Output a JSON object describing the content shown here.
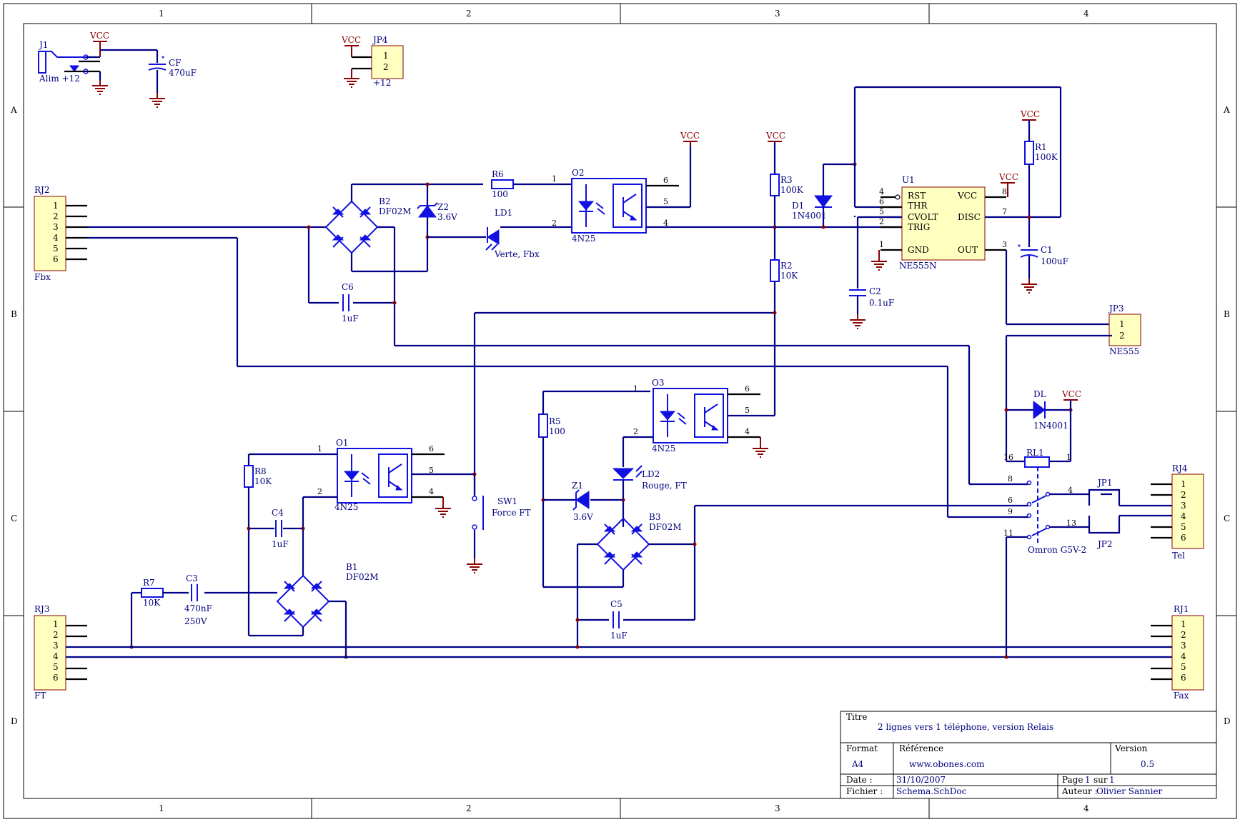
{
  "border": {
    "columns": [
      "1",
      "2",
      "3",
      "4"
    ],
    "rows": [
      "A",
      "B",
      "C",
      "D"
    ]
  },
  "power": {
    "vcc": "VCC"
  },
  "components": {
    "J1": {
      "ref": "J1",
      "value": "Alim +12"
    },
    "CF": {
      "ref": "CF",
      "value": "470uF"
    },
    "JP4": {
      "ref": "JP4",
      "value": "+12",
      "pins": [
        "1",
        "2"
      ]
    },
    "RJ2": {
      "ref": "RJ2",
      "value": "Fbx",
      "pins": [
        "1",
        "2",
        "3",
        "4",
        "5",
        "6"
      ]
    },
    "RJ3": {
      "ref": "RJ3",
      "value": "FT",
      "pins": [
        "1",
        "2",
        "3",
        "4",
        "5",
        "6"
      ]
    },
    "RJ4": {
      "ref": "RJ4",
      "value": "Tel",
      "pins": [
        "1",
        "2",
        "3",
        "4",
        "5",
        "6"
      ]
    },
    "RJ1": {
      "ref": "RJ1",
      "value": "Fax",
      "pins": [
        "1",
        "2",
        "3",
        "4",
        "5",
        "6"
      ]
    },
    "B2": {
      "ref": "B2",
      "value": "DF02M"
    },
    "B1": {
      "ref": "B1",
      "value": "DF02M"
    },
    "B3": {
      "ref": "B3",
      "value": "DF02M"
    },
    "Z2": {
      "ref": "Z2",
      "value": "3.6V"
    },
    "Z1": {
      "ref": "Z1",
      "value": "3.6V"
    },
    "R6": {
      "ref": "R6",
      "value": "100"
    },
    "R5": {
      "ref": "R5",
      "value": "100"
    },
    "R3": {
      "ref": "R3",
      "value": "100K"
    },
    "R2": {
      "ref": "R2",
      "value": "10K"
    },
    "R1": {
      "ref": "R1",
      "value": "100K"
    },
    "R8": {
      "ref": "R8",
      "value": "10K"
    },
    "R7": {
      "ref": "R7",
      "value": "10K"
    },
    "LD1": {
      "ref": "LD1",
      "value": "Verte, Fbx"
    },
    "LD2": {
      "ref": "LD2",
      "value": "Rouge, FT"
    },
    "O2": {
      "ref": "O2",
      "value": "4N25"
    },
    "O1": {
      "ref": "O1",
      "value": "4N25"
    },
    "O3": {
      "ref": "O3",
      "value": "4N25"
    },
    "C6": {
      "ref": "C6",
      "value": "1uF"
    },
    "C4": {
      "ref": "C4",
      "value": "1uF"
    },
    "C5": {
      "ref": "C5",
      "value": "1uF"
    },
    "C3": {
      "ref": "C3",
      "value": "470nF",
      "rating": "250V"
    },
    "C2": {
      "ref": "C2",
      "value": "0.1uF"
    },
    "C1": {
      "ref": "C1",
      "value": "100uF"
    },
    "D1": {
      "ref": "D1",
      "value": "1N4001"
    },
    "DL": {
      "ref": "DL",
      "value": "1N4001"
    },
    "U1": {
      "ref": "U1",
      "value": "NE555N",
      "pins_left": [
        "RST",
        "THR",
        "CVOLT",
        "TRIG",
        "GND"
      ],
      "pins_right": [
        "VCC",
        "DISC",
        "OUT"
      ]
    },
    "JP3": {
      "ref": "JP3",
      "value": "NE555",
      "pins": [
        "1",
        "2"
      ]
    },
    "JP1": {
      "ref": "JP1"
    },
    "JP2": {
      "ref": "JP2"
    },
    "RL1": {
      "ref": "RL1",
      "value": "Omron G5V-2"
    },
    "SW1": {
      "ref": "SW1",
      "value": "Force FT"
    }
  },
  "pin_numbers": {
    "o2": [
      "1",
      "2",
      "6",
      "5",
      "4"
    ],
    "o1": [
      "1",
      "2",
      "6",
      "5",
      "4"
    ],
    "o3": [
      "1",
      "2",
      "6",
      "5",
      "4"
    ],
    "u1": [
      "4",
      "6",
      "5",
      "2",
      "1",
      "8",
      "7",
      "3"
    ],
    "rl1": [
      "16",
      "1",
      "8",
      "6",
      "9",
      "11",
      "4",
      "13"
    ]
  },
  "title_block": {
    "titre_label": "Titre",
    "titre": "2 lignes vers 1 téléphone, version Relais",
    "format_label": "Format",
    "format": "A4",
    "reference_label": "Référence",
    "reference": "www.obones.com",
    "version_label": "Version",
    "version": "0.5",
    "date_label": "Date :",
    "date": "31/10/2007",
    "page_label": "Page",
    "page": "1",
    "sur": "sur",
    "pages": "1",
    "fichier_label": "Fichier :",
    "fichier": "Schema.SchDoc",
    "auteur_label": "Auteur :",
    "auteur": "Olivier Sannier"
  }
}
